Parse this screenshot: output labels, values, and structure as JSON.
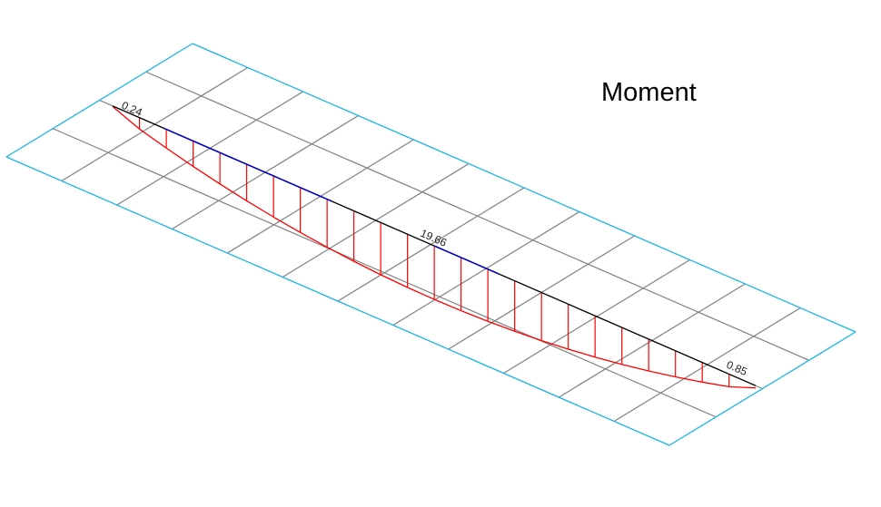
{
  "title": "Moment",
  "labels": {
    "start": "0.24",
    "mid": "19.66",
    "end": "0.85"
  },
  "grid": {
    "columns": 12,
    "rows": 4
  },
  "colors": {
    "border": "#1ab4e8",
    "grid": "#808080",
    "beam": "#000000",
    "beam_highlight": "#0000cc",
    "moment": "#ff0000"
  },
  "moment": {
    "start": 0.24,
    "max": 19.66,
    "end": 0.85
  }
}
